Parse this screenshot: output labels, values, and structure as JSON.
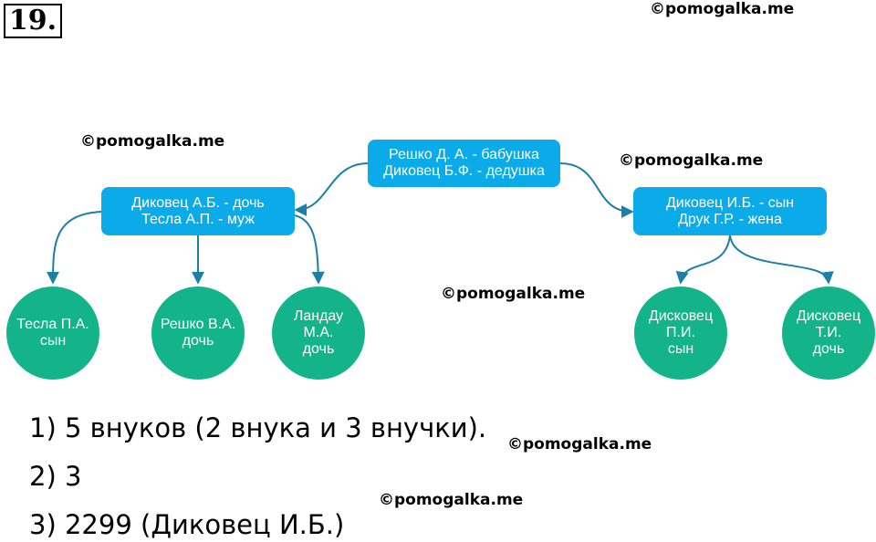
{
  "task_number": "19.",
  "watermark": "©pomogalka.me",
  "tree": {
    "root": {
      "line1": "Решко Д. А. - бабушка",
      "line2": "Диковец Б.Ф. - дедушка"
    },
    "left_couple": {
      "line1": "Диковец А.Б. - дочь",
      "line2": "Тесла А.П. - муж"
    },
    "right_couple": {
      "line1": "Диковец И.Б. - сын",
      "line2": "Друк Г.Р. - жена"
    },
    "children": [
      {
        "lines": [
          "Тесла П.А.",
          "сын"
        ]
      },
      {
        "lines": [
          "Решко В.А.",
          "дочь"
        ]
      },
      {
        "lines": [
          "Ландау",
          "М.А.",
          "дочь"
        ]
      },
      {
        "lines": [
          "Дисковец",
          "П.И.",
          "сын"
        ]
      },
      {
        "lines": [
          "Дисковец",
          "Т.И.",
          "дочь"
        ]
      }
    ]
  },
  "answers": [
    "1) 5 внуков (2 внука и 3 внучки).",
    "2) 3",
    "3) 2299 (Диковец И.Б.)"
  ],
  "colors": {
    "rect_fill": "#0aabe8",
    "circle_fill": "#14b48a",
    "edge": "#1c7fa8"
  }
}
